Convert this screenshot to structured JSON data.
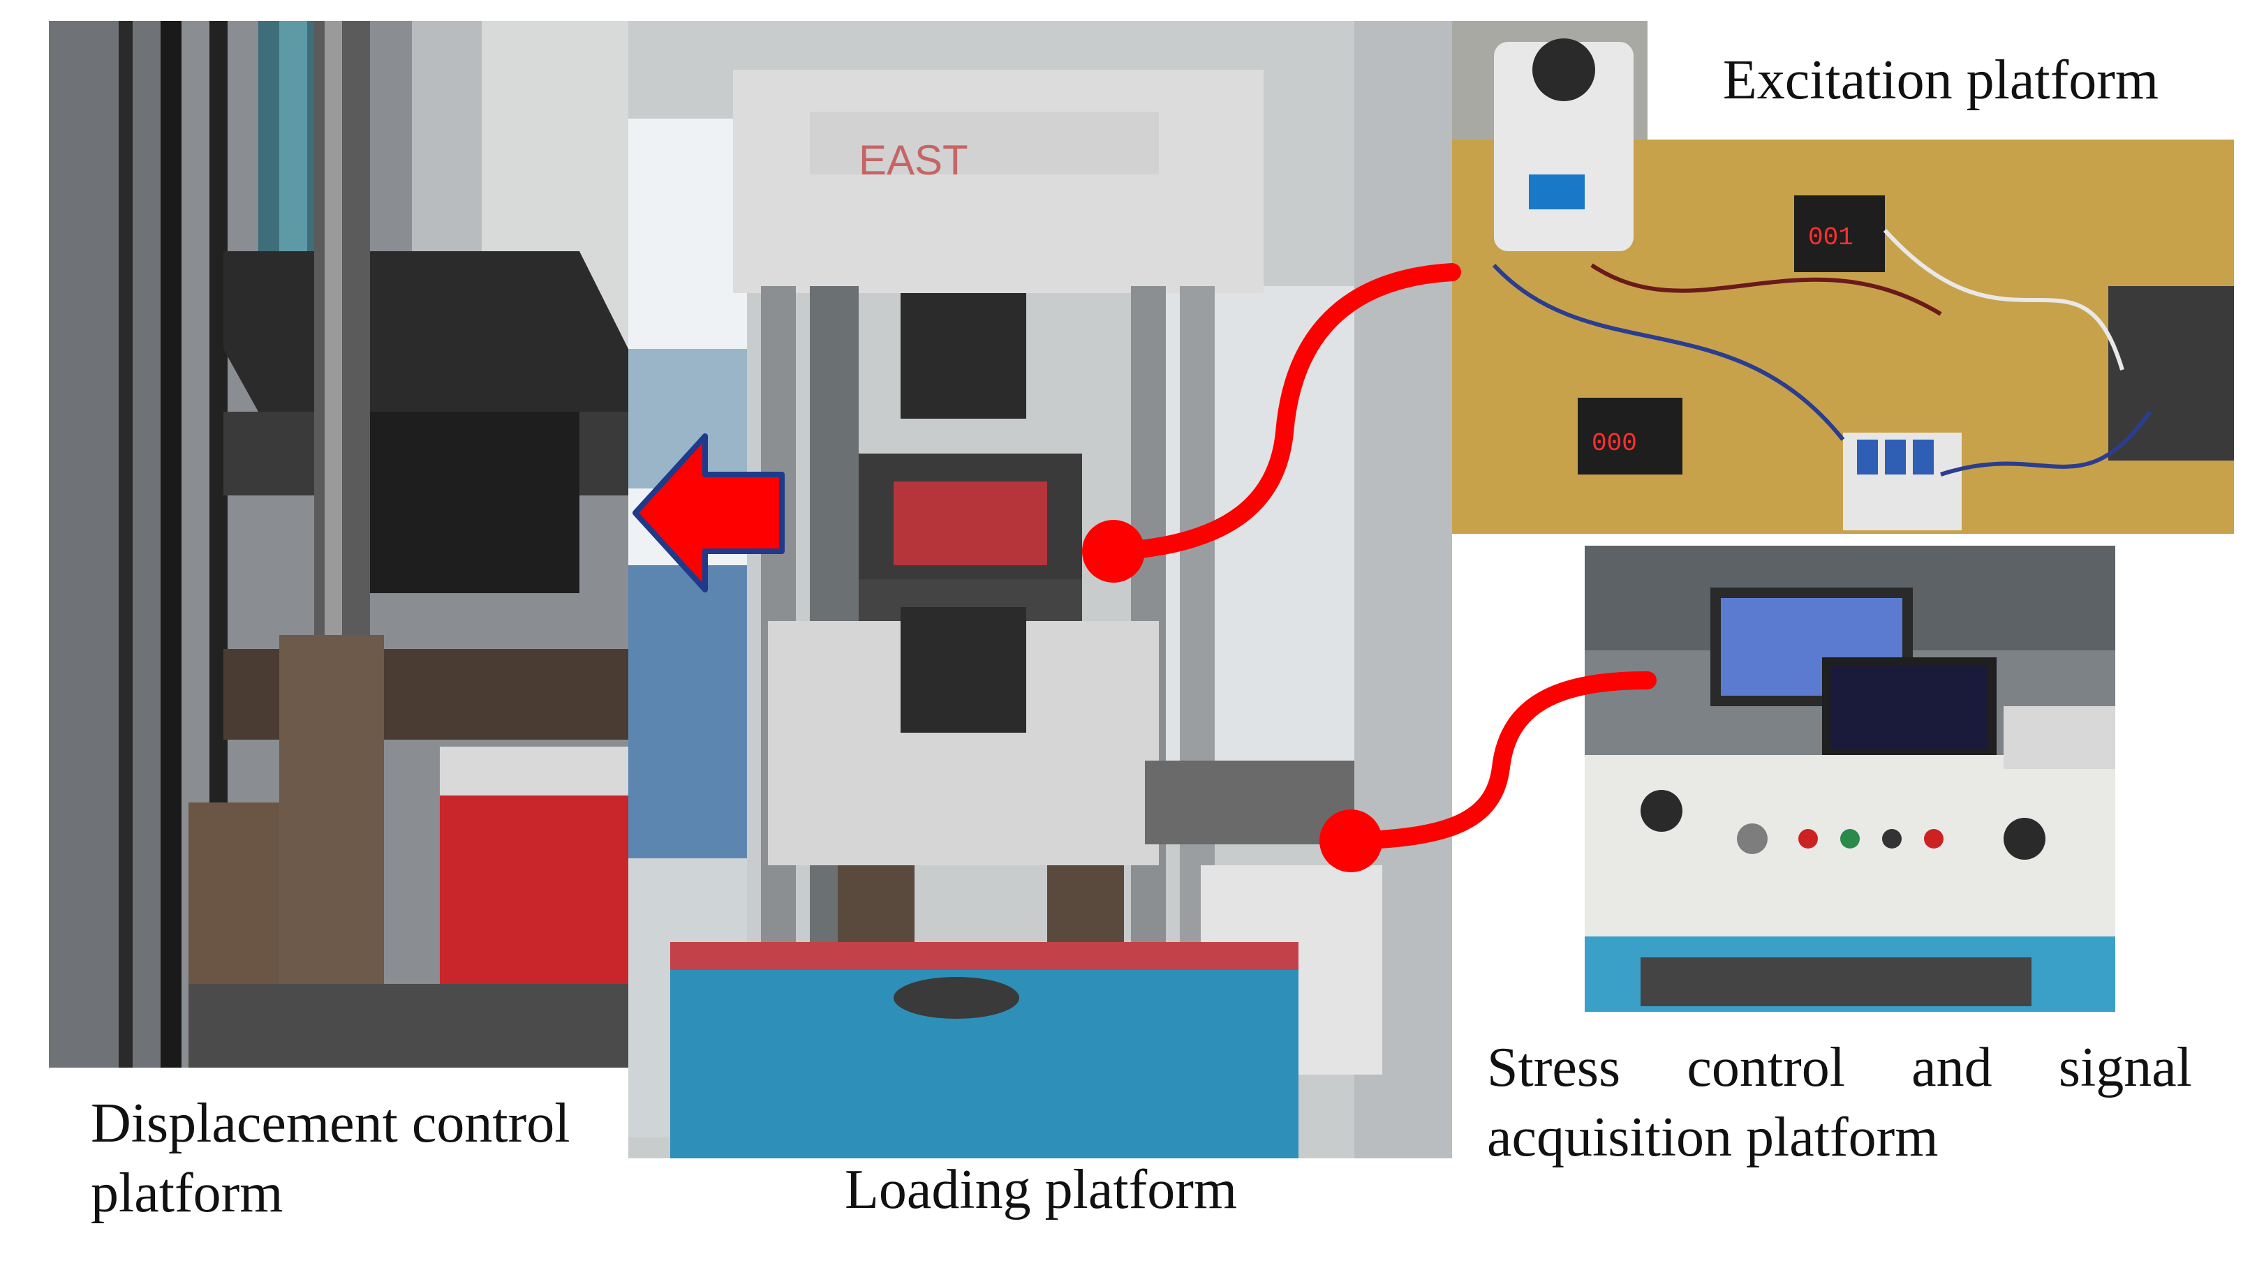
{
  "captions": {
    "excitation": "Excitation platform",
    "displacement_line1": "Displacement control",
    "displacement_line2": "platform",
    "loading": "Loading platform",
    "stress_word1": "Stress",
    "stress_word2": "control",
    "stress_word3": "and",
    "stress_word4": "signal",
    "stress_line2": "acquisition platform"
  },
  "photo_text": {
    "brand": "EAST",
    "meter_top": "001",
    "meter_bottom": "000"
  },
  "colors": {
    "connector": "#ff0000",
    "arrow": "#ff0000",
    "arrow_outline": "#1f3a8a",
    "desk_blue": "#3aa0c8",
    "board_yellow": "#c8a24a"
  },
  "icons": {
    "connector_dot": "red-dot-icon",
    "direction_arrow": "left-arrow-icon"
  }
}
